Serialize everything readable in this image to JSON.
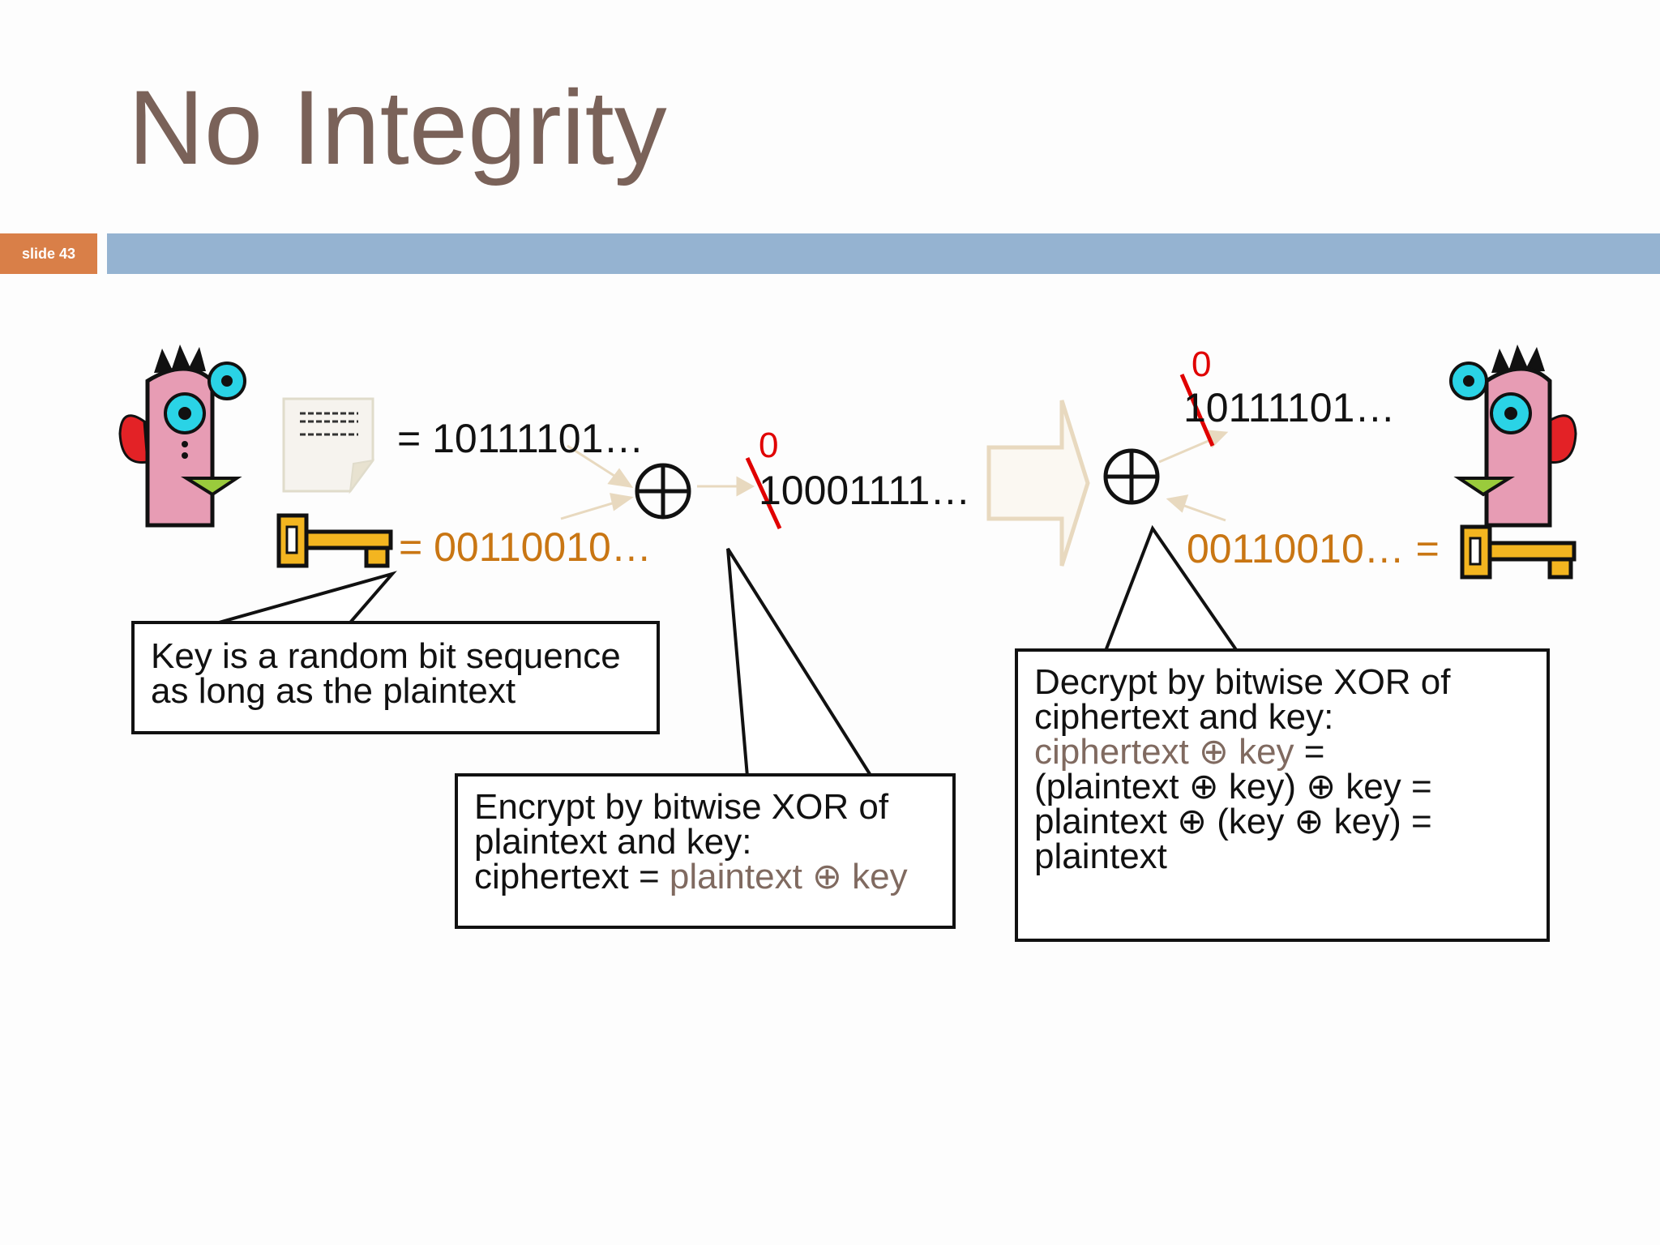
{
  "slide": {
    "title": "No Integrity",
    "badge": "slide 43"
  },
  "diagram": {
    "plaintext_bits": "= 10111101…",
    "key_bits": "= 00110010…",
    "ciphertext_bits": "10001111…",
    "flip_ciphertext": "0",
    "flip_received": "0",
    "received_bits": "10111101…",
    "key_bits_right": "00110010… =",
    "doc_lines": "=====\n-----"
  },
  "callouts": {
    "key": {
      "line1": "Key is a random bit sequence",
      "line2": "as long as the plaintext"
    },
    "encrypt": {
      "line1": "Encrypt by bitwise XOR of",
      "line2": "plaintext and key:",
      "line3_prefix": "ciphertext = ",
      "line3_highlight": "plaintext ⊕ key"
    },
    "decrypt": {
      "line1": "Decrypt by bitwise XOR of",
      "line2": "ciphertext and key:",
      "line3_highlight": "ciphertext ⊕ key",
      "line3_suffix": " =",
      "line4": "(plaintext ⊕ key) ⊕ key =",
      "line5": "plaintext ⊕ (key ⊕ key) =",
      "line6": "plaintext"
    }
  },
  "colors": {
    "title": "#7a6259",
    "bar": "#95b3d1",
    "badge": "#d97f48",
    "key_orange": "#c97613",
    "flip_red": "#e00000",
    "highlight_brown": "#806a60"
  }
}
